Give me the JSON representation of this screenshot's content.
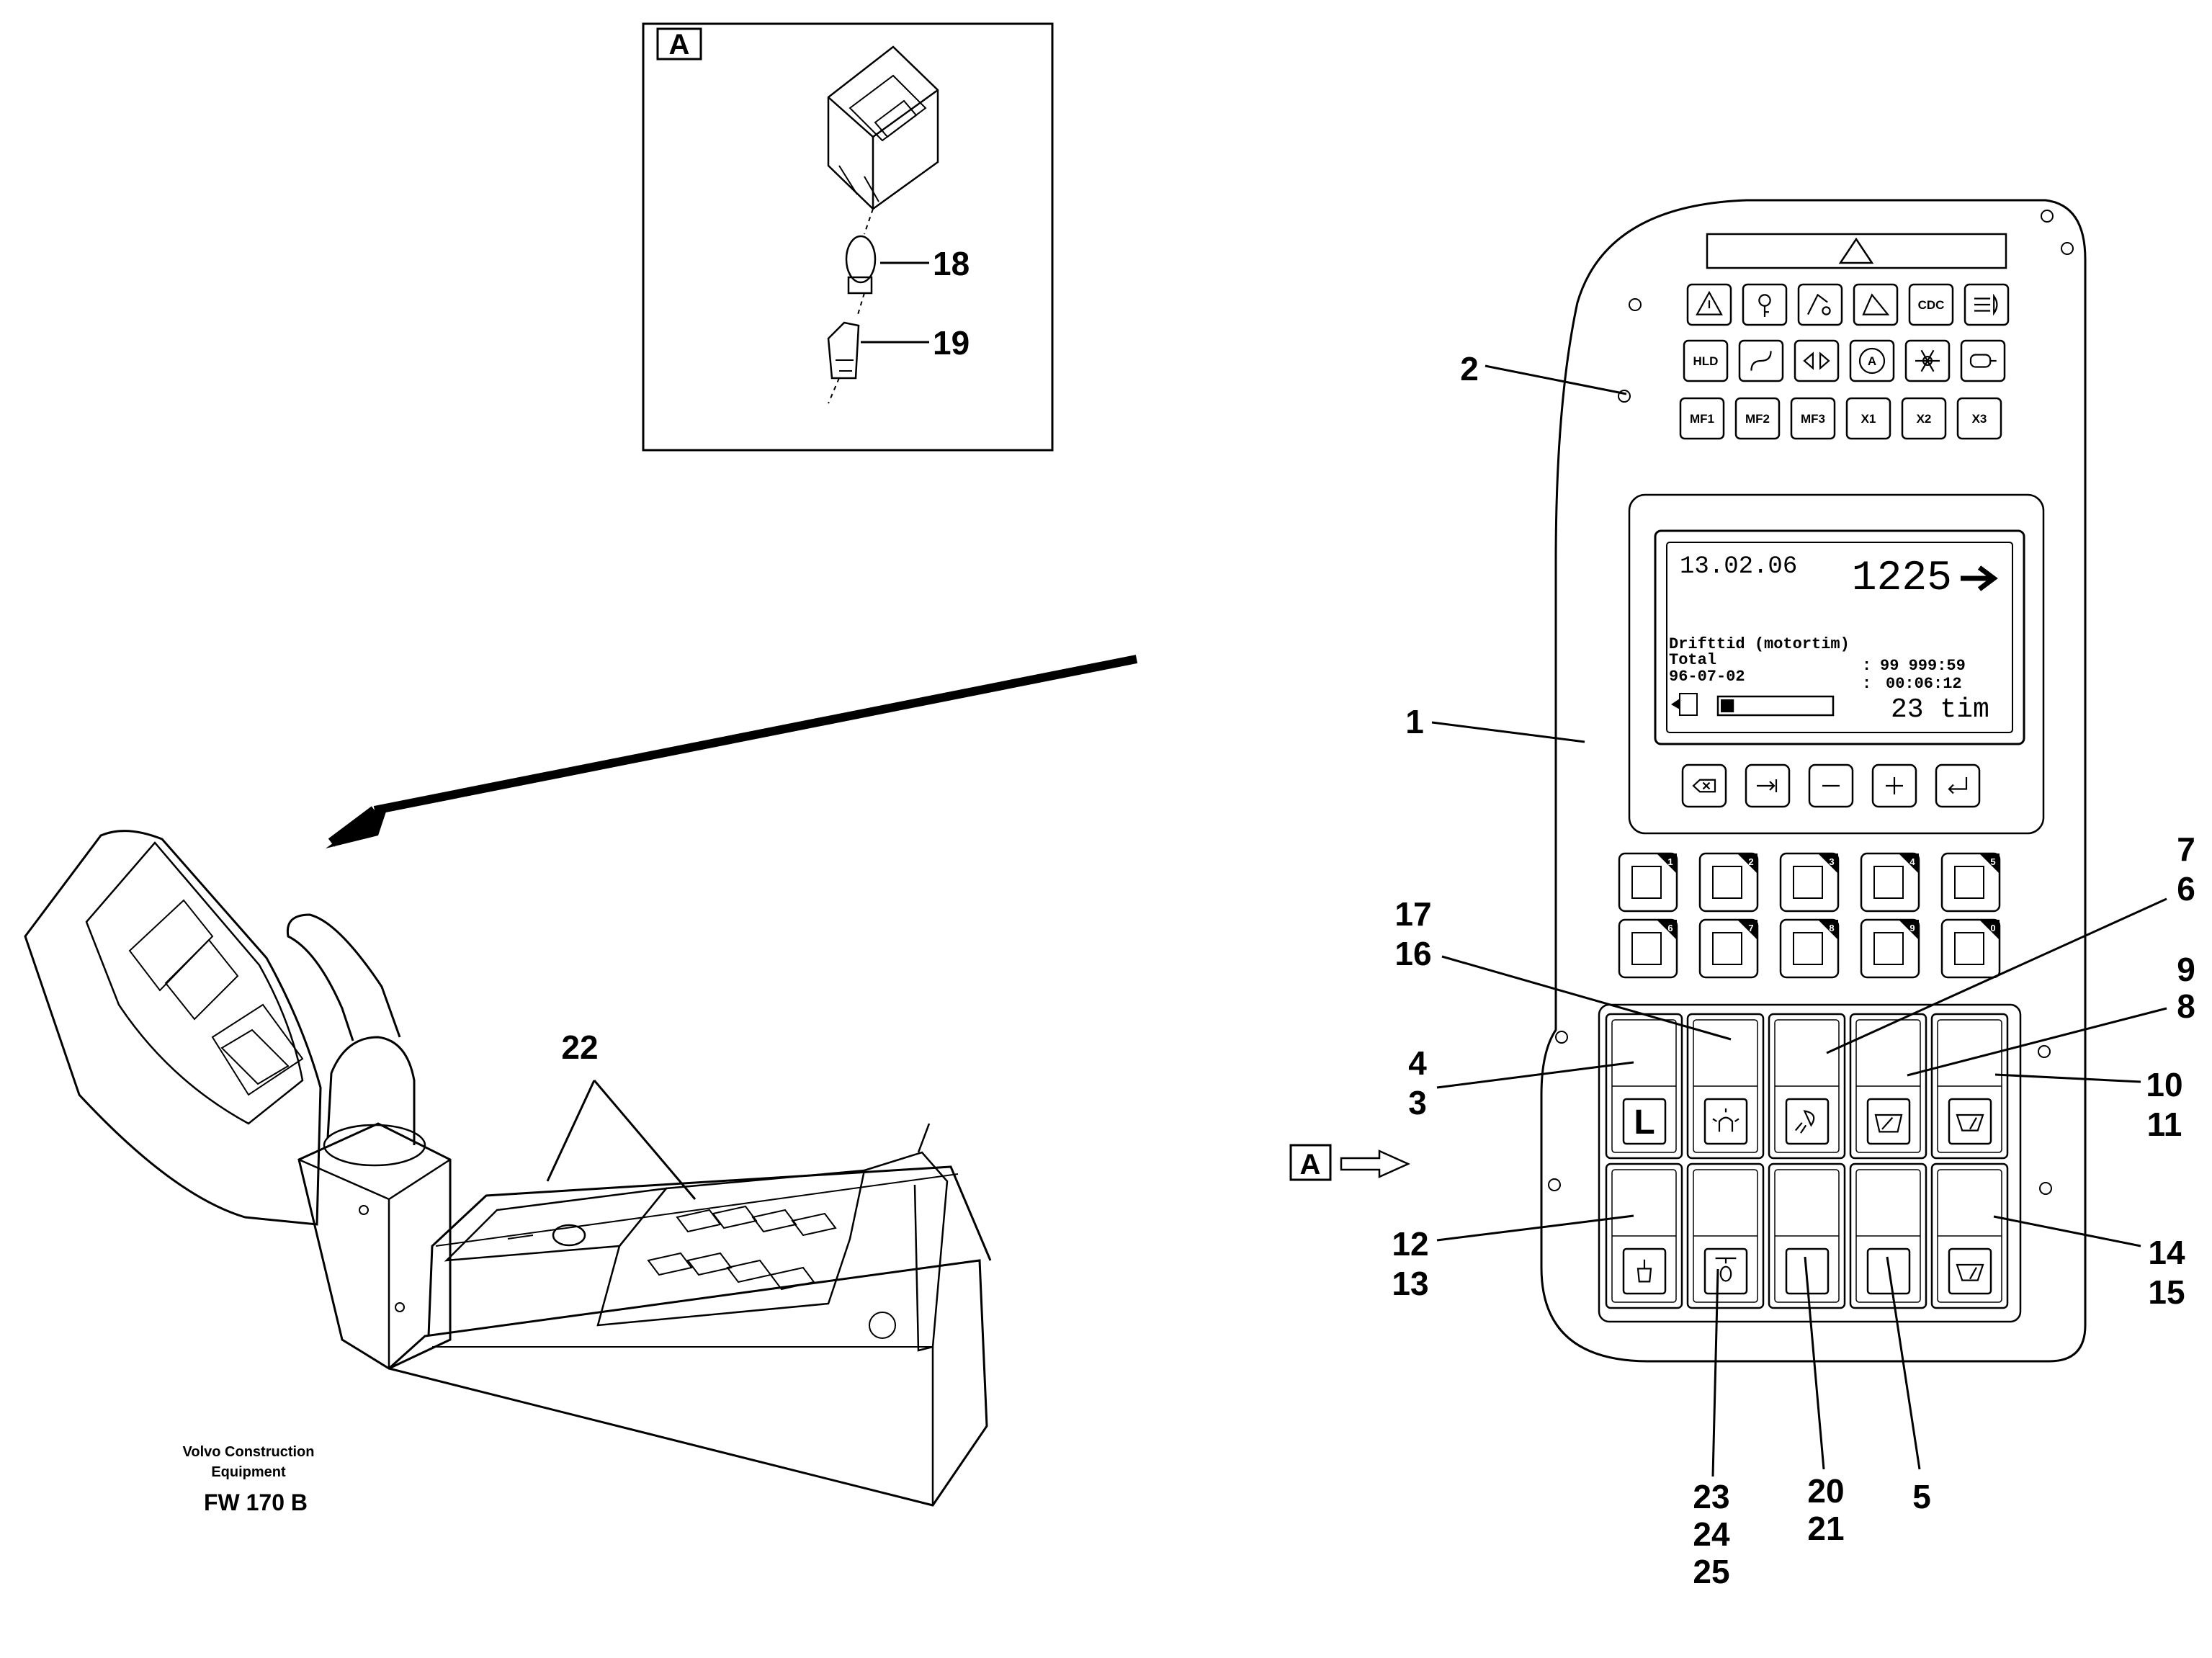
{
  "detail_box": {
    "label": "A",
    "callouts": [
      "18",
      "19"
    ]
  },
  "panel": {
    "icon_buttons_row1": [
      "warning-icon",
      "key-icon",
      "boom-icon",
      "ramp-icon",
      "CDC",
      "headlight-icon"
    ],
    "icon_buttons_row2": [
      "HLD",
      "curve-icon",
      "arrows-lr-icon",
      "A",
      "snowflake-icon",
      "heater-icon"
    ],
    "icon_buttons_row3": [
      "MF1",
      "MF2",
      "MF3",
      "X1",
      "X2",
      "X3"
    ],
    "display": {
      "date": "13.02.06",
      "value": "1225",
      "title": "Drifttid (motortim)",
      "row1_label": "Total",
      "row1_sep": ":",
      "row1_value": "99 999:59",
      "row2_label": "96-07-02",
      "row2_sep": ":",
      "row2_value": "00:06:12",
      "fuel_hours": "23 tim"
    },
    "keypad": [
      "backspace-icon",
      "tab-icon",
      "minus-icon",
      "plus-icon",
      "enter-icon"
    ],
    "menu_keys_row1": [
      "1",
      "2",
      "3",
      "4",
      "5"
    ],
    "menu_keys_row2": [
      "6",
      "7",
      "8",
      "9",
      "0"
    ],
    "switch_row1": [
      "L",
      "beacon-icon",
      "worklight-icon",
      "washer-icon",
      "wiper-icon"
    ],
    "switch_row2": [
      "bucket-icon",
      "seat-icon",
      "",
      "",
      "wiper-icon"
    ]
  },
  "callouts": {
    "c1": "1",
    "c2": "2",
    "c3": "3",
    "c4": "4",
    "c5": "5",
    "c6": "6",
    "c7": "7",
    "c8": "8",
    "c9": "9",
    "c10": "10",
    "c11": "11",
    "c12": "12",
    "c13": "13",
    "c14": "14",
    "c15": "15",
    "c16": "16",
    "c17": "17",
    "c20": "20",
    "c21": "21",
    "c22": "22",
    "c23": "23",
    "c24": "24",
    "c25": "25",
    "view_a": "A"
  },
  "credit": {
    "line1": "Volvo Construction",
    "line2": "Equipment",
    "code": "FW 170 B"
  }
}
